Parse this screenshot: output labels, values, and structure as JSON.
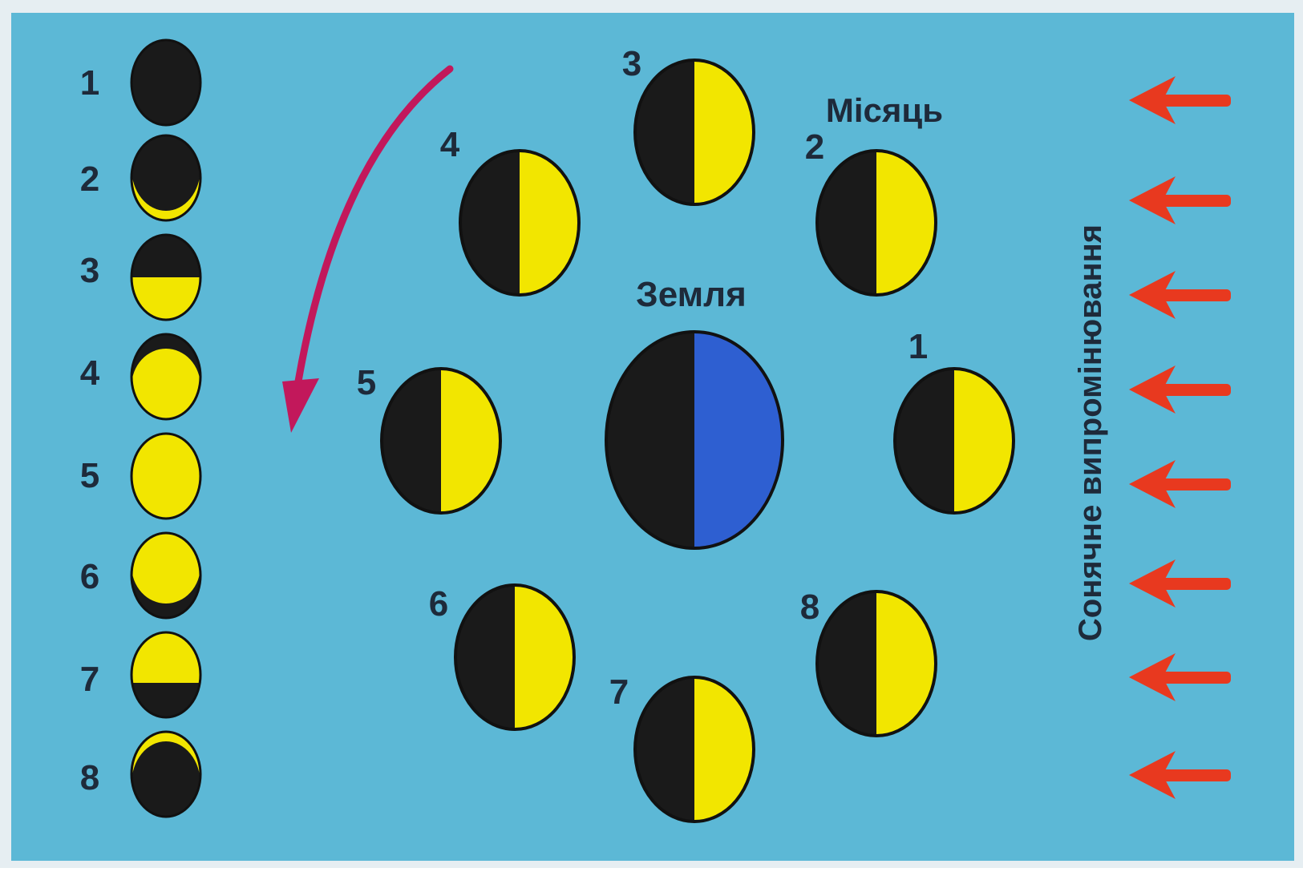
{
  "labels": {
    "moon": "Місяць",
    "earth": "Земля",
    "solar_radiation": "Сонячне випромінювання"
  },
  "phase_column": [
    {
      "number": "1",
      "phase": "new-moon",
      "lit_side": "none"
    },
    {
      "number": "2",
      "phase": "thin-crescent",
      "lit_side": "bottom"
    },
    {
      "number": "3",
      "phase": "half",
      "lit_side": "bottom"
    },
    {
      "number": "4",
      "phase": "gibbous",
      "lit_side": "bottom"
    },
    {
      "number": "5",
      "phase": "full-moon",
      "lit_side": "all"
    },
    {
      "number": "6",
      "phase": "gibbous",
      "lit_side": "top"
    },
    {
      "number": "7",
      "phase": "half",
      "lit_side": "top"
    },
    {
      "number": "8",
      "phase": "thin-crescent",
      "lit_side": "top"
    }
  ],
  "orbit_moons": [
    {
      "number": "1"
    },
    {
      "number": "2"
    },
    {
      "number": "3"
    },
    {
      "number": "4"
    },
    {
      "number": "5"
    },
    {
      "number": "6"
    },
    {
      "number": "7"
    },
    {
      "number": "8"
    }
  ],
  "sun_arrows": {
    "count": 8,
    "direction": "left"
  },
  "orbit_direction_arrow": {
    "icon": "curved-arrow-icon",
    "direction": "counterclockwise"
  },
  "colors": {
    "background": "#5cb8d6",
    "moon_dark": "#1a1a1a",
    "moon_lit": "#f2e600",
    "earth_day": "#2e5fd1",
    "sun_arrow": "#e8391f",
    "orbit_arrow": "#c2185b",
    "frame": "#e6eef2"
  }
}
